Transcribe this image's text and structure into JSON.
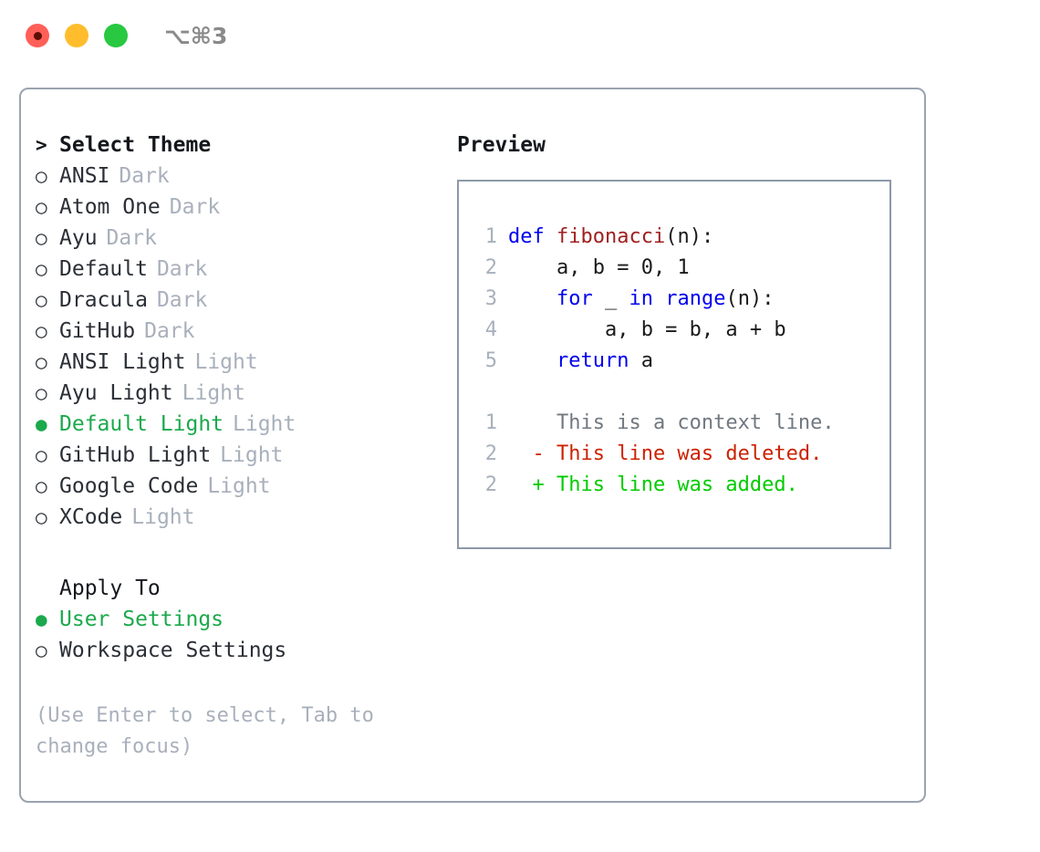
{
  "titlebar": {
    "shortcut": "⌥⌘3",
    "lights": [
      {
        "name": "close",
        "color": "#ff5f57"
      },
      {
        "name": "minimize",
        "color": "#ffbd2e"
      },
      {
        "name": "maximize",
        "color": "#28c840"
      }
    ]
  },
  "theme_picker": {
    "heading": "Select Theme",
    "caret": ">",
    "radio_off": "○",
    "radio_on": "●",
    "items": [
      {
        "label": "ANSI",
        "tag": "Dark",
        "selected": false
      },
      {
        "label": "Atom One",
        "tag": "Dark",
        "selected": false
      },
      {
        "label": "Ayu",
        "tag": "Dark",
        "selected": false
      },
      {
        "label": "Default",
        "tag": "Dark",
        "selected": false
      },
      {
        "label": "Dracula",
        "tag": "Dark",
        "selected": false
      },
      {
        "label": "GitHub",
        "tag": "Dark",
        "selected": false
      },
      {
        "label": "ANSI Light",
        "tag": "Light",
        "selected": false
      },
      {
        "label": "Ayu Light",
        "tag": "Light",
        "selected": false
      },
      {
        "label": "Default Light",
        "tag": "Light",
        "selected": true
      },
      {
        "label": "GitHub Light",
        "tag": "Light",
        "selected": false
      },
      {
        "label": "Google Code",
        "tag": "Light",
        "selected": false
      },
      {
        "label": "XCode",
        "tag": "Light",
        "selected": false
      }
    ]
  },
  "apply_to": {
    "heading": "Apply To",
    "items": [
      {
        "label": "User Settings",
        "selected": true
      },
      {
        "label": "Workspace Settings",
        "selected": false
      }
    ]
  },
  "hint": "(Use Enter to select, Tab to change focus)",
  "preview": {
    "title": "Preview",
    "code_lines": [
      {
        "num": "1",
        "tokens": [
          {
            "t": "def",
            "c": "kw"
          },
          {
            "t": " ",
            "c": "pl"
          },
          {
            "t": "fibonacci",
            "c": "fn"
          },
          {
            "t": "(n):",
            "c": "pl"
          }
        ]
      },
      {
        "num": "2",
        "tokens": [
          {
            "t": "    a, b = 0, 1",
            "c": "pl"
          }
        ]
      },
      {
        "num": "3",
        "tokens": [
          {
            "t": "    ",
            "c": "pl"
          },
          {
            "t": "for",
            "c": "kw"
          },
          {
            "t": " _ ",
            "c": "pl"
          },
          {
            "t": "in",
            "c": "kw"
          },
          {
            "t": " ",
            "c": "pl"
          },
          {
            "t": "range",
            "c": "kw"
          },
          {
            "t": "(n):",
            "c": "pl"
          }
        ]
      },
      {
        "num": "4",
        "tokens": [
          {
            "t": "        a, b = b, a + b",
            "c": "pl"
          }
        ]
      },
      {
        "num": "5",
        "tokens": [
          {
            "t": "    ",
            "c": "pl"
          },
          {
            "t": "return",
            "c": "kw"
          },
          {
            "t": " a",
            "c": "pl"
          }
        ]
      }
    ],
    "diff_lines": [
      {
        "num": "1",
        "marker": " ",
        "text": "This is a context line.",
        "kind": "ctx"
      },
      {
        "num": "2",
        "marker": "-",
        "text": "This line was deleted.",
        "kind": "del"
      },
      {
        "num": "2",
        "marker": "+",
        "text": "This line was added.",
        "kind": "add"
      }
    ]
  },
  "colors": {
    "selected_green": "#1ba94c",
    "diff_added": "#00cc00",
    "diff_deleted": "#cc2200",
    "keyword_blue": "#0000ee",
    "function_red": "#a02020",
    "muted_grey": "#a8b0bc",
    "border": "#9aa3b0"
  }
}
